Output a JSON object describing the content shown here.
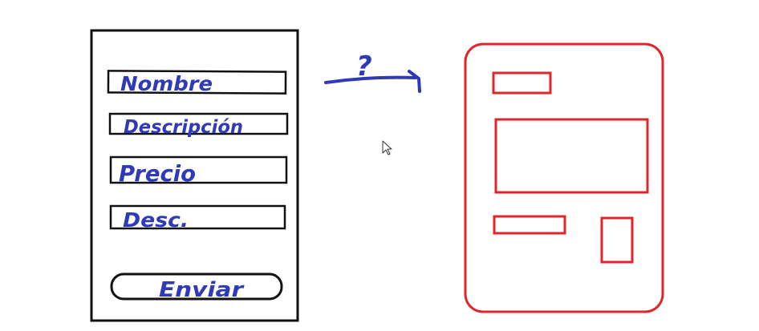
{
  "colors": {
    "ink_black": "#111111",
    "ink_blue": "#2f3ab8",
    "ink_red": "#e0262b"
  },
  "form_sketch": {
    "fields": [
      {
        "label": "Nombre"
      },
      {
        "label": "Descripción"
      },
      {
        "label": "Precio"
      },
      {
        "label": "Desc."
      }
    ],
    "submit_label": "Enviar"
  },
  "arrow": {
    "label": "?"
  },
  "pointer": {
    "icon": "mouse-pointer-icon"
  },
  "card_sketch": {
    "icon": "card-wireframe"
  }
}
